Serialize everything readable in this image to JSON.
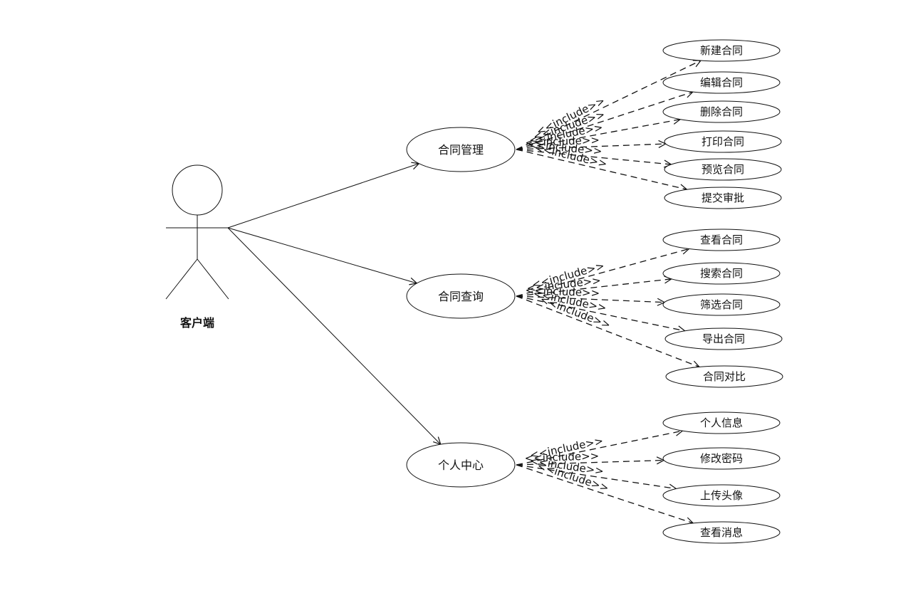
{
  "actor": {
    "label": "客户端"
  },
  "groups": [
    {
      "label": "合同管理",
      "children": [
        "新建合同",
        "编辑合同",
        "删除合同",
        "打印合同",
        "预览合同",
        "提交审批"
      ]
    },
    {
      "label": "合同查询",
      "children": [
        "查看合同",
        "搜索合同",
        "筛选合同",
        "导出合同",
        "合同对比"
      ]
    },
    {
      "label": "个人中心",
      "children": [
        "个人信息",
        "修改密码",
        "上传头像",
        "查看消息"
      ]
    }
  ],
  "include_label": "<<include>>"
}
